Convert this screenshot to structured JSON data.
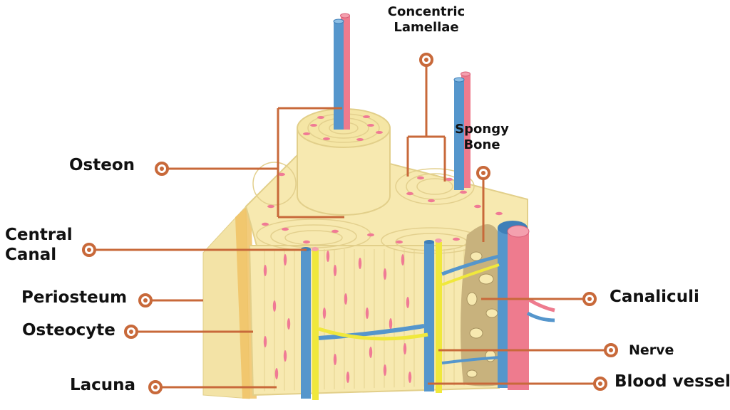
{
  "labels": {
    "concentric_lamellae": [
      "Concentric",
      "Lamellae"
    ],
    "spongy_bone": [
      "Spongy",
      "Bone"
    ],
    "osteon": "Osteon",
    "central_canal": [
      "Central",
      "Canal"
    ],
    "periosteum": "Periosteum",
    "osteocyte": "Osteocyte",
    "lacuna": "Lacuna",
    "canaliculi": "Canaliculi",
    "nerve": "Nerve",
    "blood_vessel": "Blood vessel"
  },
  "colors": {
    "leader_line": "#c8693a",
    "bone": "#f7e9b0",
    "bone_edge": "#e2cf8a",
    "periosteum": "#f0c264",
    "artery": "#ee7b8e",
    "vein": "#5596cc",
    "nerve": "#f0e83c",
    "spongy": "#c8b27d",
    "lacuna": "#f07a95"
  }
}
